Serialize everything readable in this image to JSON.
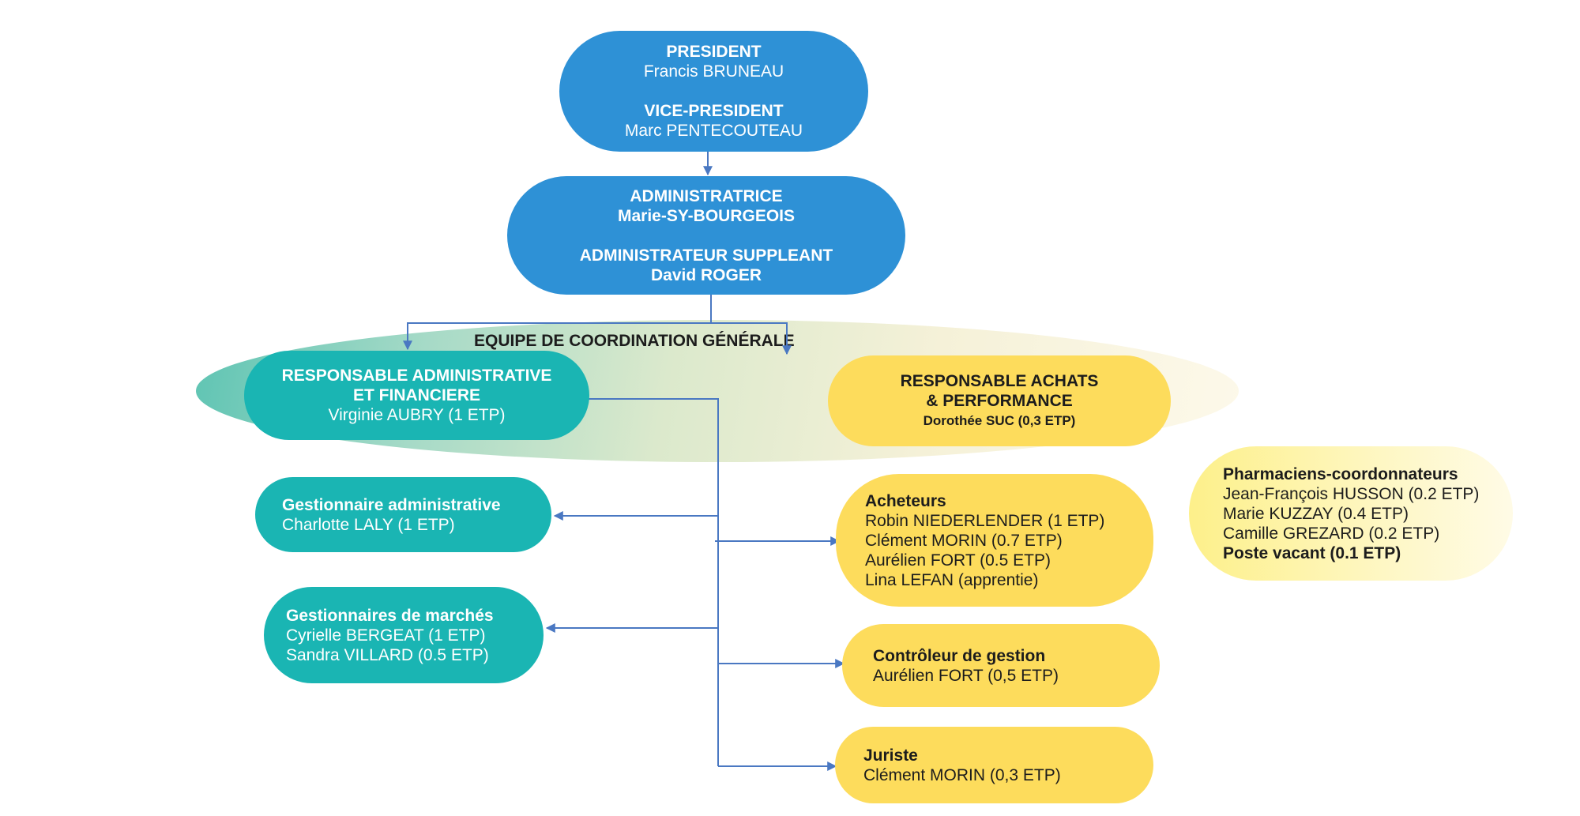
{
  "colors": {
    "governance": "#2e91d6",
    "admin_team": "#1ab5b3",
    "purchasing_team": "#fddc5c",
    "pharmacists": "#fef3a8",
    "connector": "#4a78c2"
  },
  "governance": {
    "board": {
      "president_title": "PRESIDENT",
      "president_name": "Francis BRUNEAU",
      "vice_president_title": "VICE-PRESIDENT",
      "vice_president_name": "Marc PENTECOUTEAU"
    },
    "administration": {
      "administrator_title": "ADMINISTRATRICE",
      "administrator_name": "Marie-SY-BOURGEOIS",
      "deputy_title": "ADMINISTRATEUR SUPPLEANT",
      "deputy_name": "David ROGER"
    }
  },
  "coordination_team": {
    "title": "EQUIPE DE COORDINATION GÉNÉRALE",
    "admin_finance": {
      "title_line1": "RESPONSABLE ADMINISTRATIVE",
      "title_line2": "ET FINANCIERE",
      "person": "Virginie AUBRY (1 ETP)"
    },
    "purchasing": {
      "title_line1": "RESPONSABLE ACHATS",
      "title_line2": "& PERFORMANCE",
      "person": "Dorothée SUC (0,3 ETP)"
    }
  },
  "admin_units": [
    {
      "title": "Gestionnaire administrative",
      "members": [
        "Charlotte LALY (1 ETP)"
      ]
    },
    {
      "title": "Gestionnaires de marchés",
      "members": [
        "Cyrielle BERGEAT (1 ETP)",
        "Sandra VILLARD (0.5 ETP)"
      ]
    }
  ],
  "purchasing_units": [
    {
      "title": "Acheteurs",
      "members": [
        "Robin NIEDERLENDER (1 ETP)",
        "Clément MORIN (0.7 ETP)",
        "Aurélien FORT (0.5 ETP)",
        "Lina LEFAN (apprentie)"
      ]
    },
    {
      "title": "Contrôleur de gestion",
      "members": [
        "Aurélien FORT (0,5 ETP)"
      ]
    },
    {
      "title": "Juriste",
      "members": [
        "Clément MORIN (0,3 ETP)"
      ]
    }
  ],
  "pharmacists": {
    "title": "Pharmaciens-coordonnateurs",
    "members": [
      "Jean-François HUSSON (0.2 ETP)",
      "Marie KUZZAY (0.4 ETP)",
      "Camille GREZARD (0.2 ETP)"
    ],
    "vacancy": "Poste vacant (0.1 ETP)"
  }
}
